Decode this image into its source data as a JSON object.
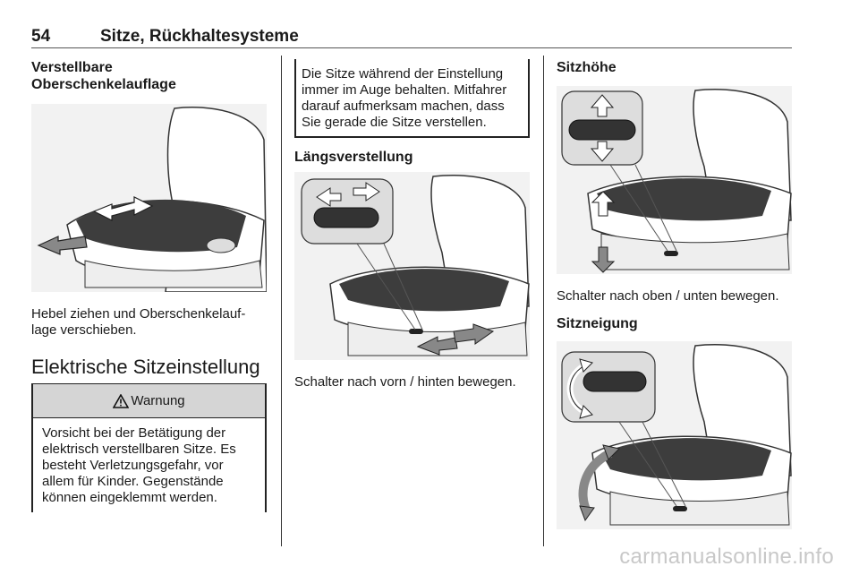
{
  "header": {
    "page_number": "54",
    "chapter_title": "Sitze, Rückhaltesysteme"
  },
  "col1": {
    "heading_line1": "Verstellbare",
    "heading_line2": "Oberschenkelauflage",
    "caption_line1": "Hebel ziehen und Oberschenkelauf-",
    "caption_line2": "lage verschieben.",
    "section_title": "Elektrische Sitzeinstellung",
    "warning": {
      "title": "Warnung",
      "lines": [
        "Vorsicht bei der Betätigung der",
        "elektrisch verstellbaren Sitze. Es",
        "besteht Verletzungsgefahr, vor",
        "allem für Kinder. Gegenstände",
        "können eingeklemmt werden."
      ]
    }
  },
  "col2": {
    "note_lines": [
      "Die Sitze während der Einstellung",
      "immer im Auge behalten. Mitfahrer",
      "darauf aufmerksam machen, dass",
      "Sie gerade die Sitze verstellen."
    ],
    "heading": "Längsverstellung",
    "caption": "Schalter nach vorn / hinten bewegen."
  },
  "col3": {
    "heading1": "Sitzhöhe",
    "caption1": "Schalter nach oben / unten bewegen.",
    "heading2": "Sitzneigung"
  },
  "watermark": "carmanualsonline.info"
}
